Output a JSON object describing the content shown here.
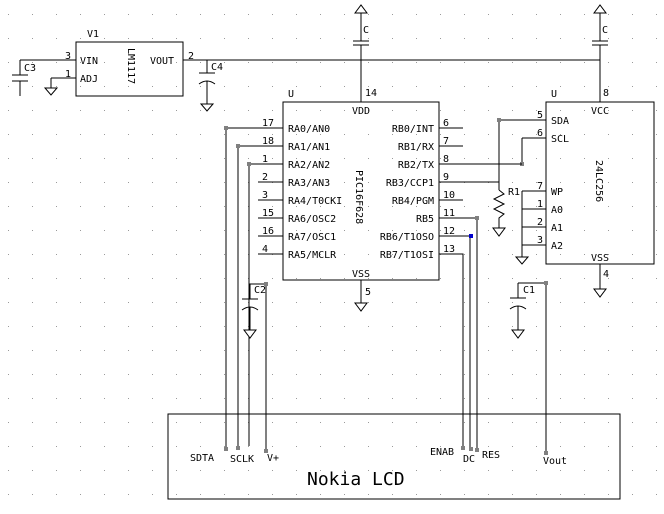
{
  "schematic": {
    "regulator": {
      "ref": "V1",
      "part": "LM1117",
      "pins": [
        {
          "num": "3",
          "name": "VIN"
        },
        {
          "num": "1",
          "name": "ADJ"
        },
        {
          "num": "2",
          "name": "VOUT"
        }
      ]
    },
    "microcontroller": {
      "ref": "U",
      "part": "PIC16F628",
      "top_pin": {
        "num": "14",
        "name": "VDD"
      },
      "bottom_pin": {
        "num": "5",
        "name": "VSS"
      },
      "left_pins": [
        {
          "num": "17",
          "name": "RA0/AN0"
        },
        {
          "num": "18",
          "name": "RA1/AN1"
        },
        {
          "num": "1",
          "name": "RA2/AN2"
        },
        {
          "num": "2",
          "name": "RA3/AN3"
        },
        {
          "num": "3",
          "name": "RA4/T0CKI"
        },
        {
          "num": "15",
          "name": "RA6/OSC2"
        },
        {
          "num": "16",
          "name": "RA7/OSC1"
        },
        {
          "num": "4",
          "name": "RA5/MCLR"
        }
      ],
      "right_pins": [
        {
          "num": "6",
          "name": "RB0/INT"
        },
        {
          "num": "7",
          "name": "RB1/RX"
        },
        {
          "num": "8",
          "name": "RB2/TX"
        },
        {
          "num": "9",
          "name": "RB3/CCP1"
        },
        {
          "num": "10",
          "name": "RB4/PGM"
        },
        {
          "num": "11",
          "name": "RB5"
        },
        {
          "num": "12",
          "name": "RB6/T1OSO"
        },
        {
          "num": "13",
          "name": "RB7/T1OSI"
        }
      ]
    },
    "eeprom": {
      "ref": "U",
      "part": "24LC256",
      "top_pin": {
        "num": "8",
        "name": "VCC"
      },
      "bottom_pin": {
        "num": "4",
        "name": "VSS"
      },
      "left_pins": [
        {
          "num": "5",
          "name": "SDA"
        },
        {
          "num": "6",
          "name": "SCL"
        },
        {
          "num": "7",
          "name": "WP"
        },
        {
          "num": "1",
          "name": "A0"
        },
        {
          "num": "2",
          "name": "A1"
        },
        {
          "num": "3",
          "name": "A2"
        }
      ]
    },
    "passives": {
      "c3": "C3",
      "c4": "C4",
      "c_pic": "C",
      "c_eeprom": "C",
      "c2": "C2",
      "c1": "C1",
      "r1": "R1"
    },
    "lcd": {
      "title": "Nokia LCD",
      "pins": {
        "sdta": "SDTA",
        "sclk": "SCLK",
        "vplus": "V+",
        "enab": "ENAB",
        "dc": "DC",
        "res": "RES",
        "vout": "Vout"
      }
    }
  }
}
